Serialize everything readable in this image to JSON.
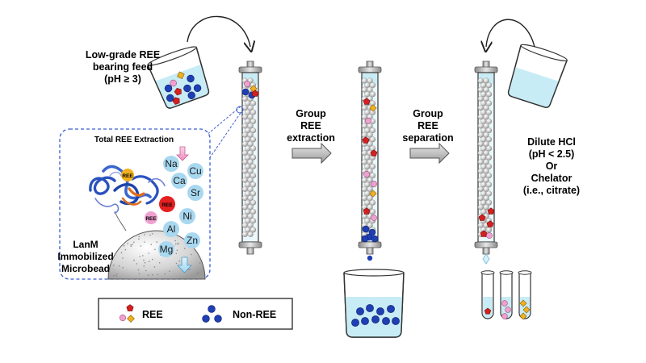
{
  "feed": {
    "line1": "Low-grade REE",
    "line2": "bearing feed",
    "line3": "(pH ≥ 3)"
  },
  "steps": {
    "extraction": [
      "Group",
      "REE",
      "extraction"
    ],
    "separation": [
      "Group",
      "REE",
      "separation"
    ]
  },
  "eluent": {
    "line1": "Dilute HCl",
    "line2": "(pH < 2.5)",
    "line3": "Or",
    "line4": "Chelator",
    "line5": "(i.e., citrate)"
  },
  "inset": {
    "title": "Total REE Extraction",
    "ree_tag": "REE",
    "ions": [
      "Na",
      "Cu",
      "Ca",
      "Sr",
      "Ni",
      "Al",
      "Zn",
      "Mg"
    ],
    "bead": [
      "LanM",
      "Immobilized",
      "Microbead"
    ]
  },
  "legend": {
    "ree": "REE",
    "non_ree": "Non-REE"
  },
  "colors": {
    "ree_red": "#d42020",
    "ree_pink": "#f0a0d0",
    "ree_yellow": "#f0b020",
    "non_ree_blue": "#1f3fb4",
    "ion_blue": "#a8d8f0",
    "liquid": "#c8ecf5",
    "bead_gray": "#c8c8c8",
    "inset_border": "#3a5fcf"
  },
  "icons": [
    "curved-arrow-icon",
    "block-arrow-icon",
    "down-arrow-icon",
    "beaker-icon",
    "test-tube-icon",
    "column-icon",
    "protein-icon",
    "microbead-icon"
  ]
}
